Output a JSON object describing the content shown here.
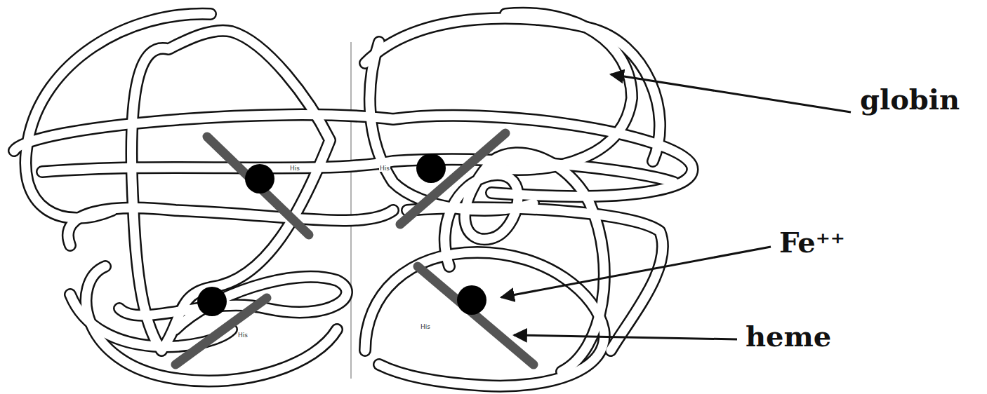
{
  "diagram": {
    "labels": [
      "globin",
      "Fe⁺⁺",
      "heme",
      "His",
      "His",
      "His",
      "His"
    ]
  }
}
